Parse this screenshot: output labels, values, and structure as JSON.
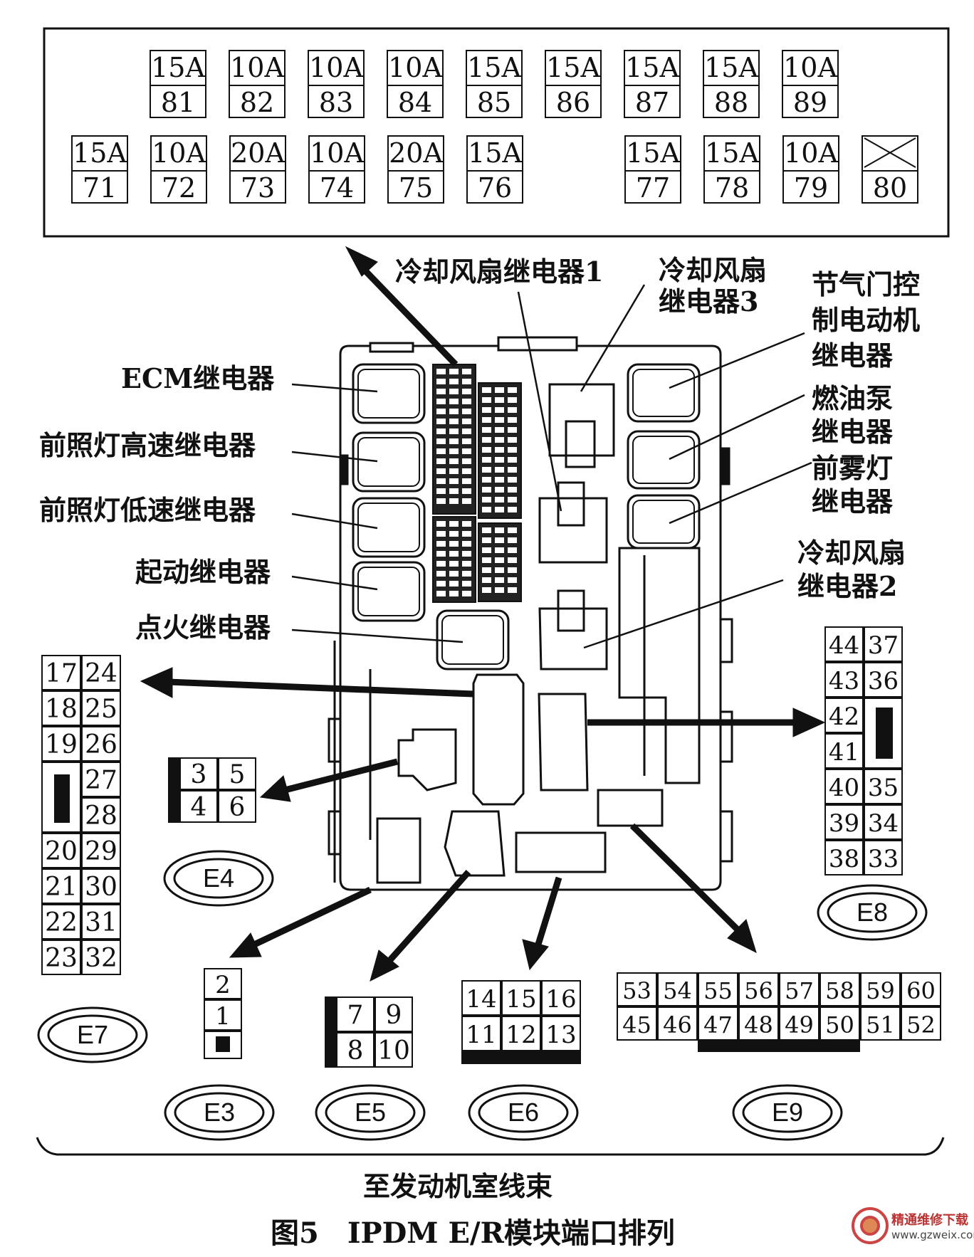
{
  "fuses_top_row": [
    {
      "amp": "15A",
      "num": "81"
    },
    {
      "amp": "10A",
      "num": "82"
    },
    {
      "amp": "10A",
      "num": "83"
    },
    {
      "amp": "10A",
      "num": "84"
    },
    {
      "amp": "15A",
      "num": "85"
    },
    {
      "amp": "15A",
      "num": "86"
    },
    {
      "amp": "15A",
      "num": "87"
    },
    {
      "amp": "15A",
      "num": "88"
    },
    {
      "amp": "10A",
      "num": "89"
    }
  ],
  "fuses_bottom_left": [
    {
      "amp": "15A",
      "num": "71"
    },
    {
      "amp": "10A",
      "num": "72"
    },
    {
      "amp": "20A",
      "num": "73"
    },
    {
      "amp": "10A",
      "num": "74"
    },
    {
      "amp": "20A",
      "num": "75"
    },
    {
      "amp": "15A",
      "num": "76"
    }
  ],
  "fuses_bottom_right": [
    {
      "amp": "15A",
      "num": "77"
    },
    {
      "amp": "15A",
      "num": "78"
    },
    {
      "amp": "10A",
      "num": "79"
    }
  ],
  "fuse_empty": {
    "num": "80"
  },
  "relay_labels": {
    "cooling_fan_1": "冷却风扇继电器1",
    "cooling_fan_3_l1": "冷却风扇",
    "cooling_fan_3_l2": "继电器3",
    "throttle_l1": "节气门控",
    "throttle_l2": "制电动机",
    "throttle_l3": "继电器",
    "ecm": "ECM继电器",
    "headlamp_high": "前照灯高速继电器",
    "headlamp_low": "前照灯低速继电器",
    "starter": "起动继电器",
    "ignition": "点火继电器",
    "fuel_pump_l1": "燃油泵",
    "fuel_pump_l2": "继电器",
    "fog_l1": "前雾灯",
    "fog_l2": "继电器",
    "cooling_fan_2_l1": "冷却风扇",
    "cooling_fan_2_l2": "继电器2"
  },
  "connectors": {
    "E7": {
      "name": "E7",
      "left": [
        "17",
        "18",
        "19",
        "",
        "20",
        "21",
        "22",
        "23"
      ],
      "right": [
        "24",
        "25",
        "26",
        "27",
        "28",
        "29",
        "30",
        "31",
        "32"
      ]
    },
    "E4": {
      "name": "E4",
      "cells": [
        "3",
        "5",
        "4",
        "6"
      ]
    },
    "E3": {
      "name": "E3",
      "cells": [
        "2",
        "1"
      ]
    },
    "E5": {
      "name": "E5",
      "cells": [
        "7",
        "9",
        "8",
        "10"
      ]
    },
    "E6": {
      "name": "E6",
      "cells": [
        "14",
        "15",
        "16",
        "11",
        "12",
        "13"
      ]
    },
    "E9": {
      "name": "E9",
      "top": [
        "53",
        "54",
        "55",
        "56",
        "57",
        "58",
        "59",
        "60"
      ],
      "bottom": [
        "45",
        "46",
        "47",
        "48",
        "49",
        "50",
        "51",
        "52"
      ]
    },
    "E8": {
      "name": "E8",
      "left": [
        "44",
        "43",
        "42",
        "41",
        "40",
        "39",
        "38"
      ],
      "right": [
        "37",
        "36",
        "35",
        "34",
        "33"
      ]
    }
  },
  "harness_label": "至发动机室线束",
  "figure_caption": "图5　IPDM E/R模块端口排列",
  "logo": {
    "cn": "精通维修下载",
    "url": "www.gzweix.com"
  }
}
